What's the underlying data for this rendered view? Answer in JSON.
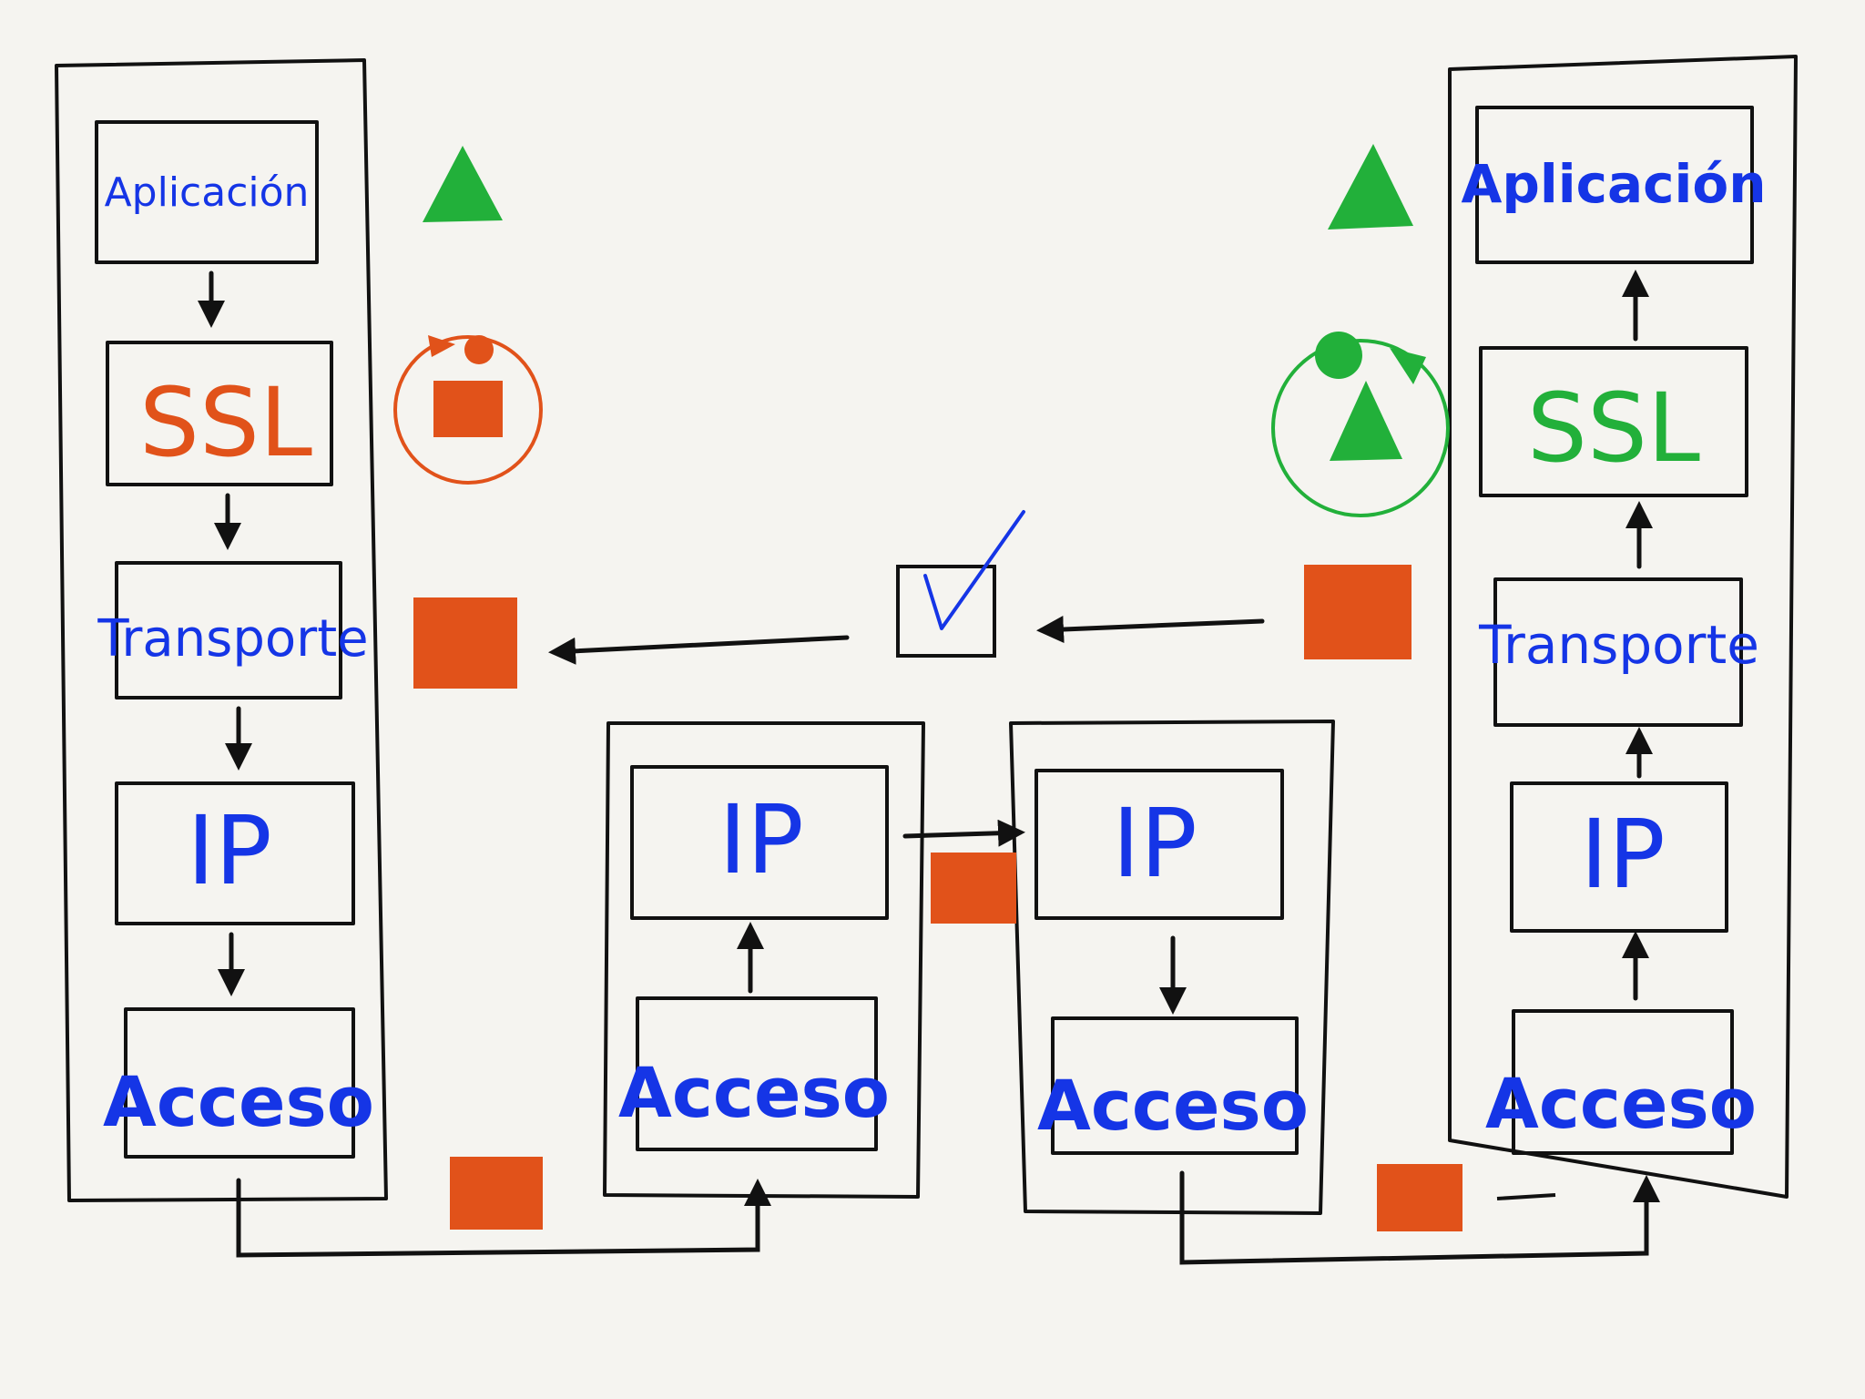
{
  "colors": {
    "ink": "#111111",
    "blue": "#1535e6",
    "orange": "#e1521a",
    "green": "#22b03a",
    "background": "#f5f4f0"
  },
  "sender": {
    "layers": [
      "Aplicación",
      "SSL",
      "Transporte",
      "IP",
      "Acceso"
    ]
  },
  "router1": {
    "layers": [
      "IP",
      "Acceso"
    ]
  },
  "router2": {
    "layers": [
      "IP",
      "Acceso"
    ]
  },
  "receiver": {
    "layers": [
      "Aplicación",
      "SSL",
      "Transporte",
      "IP",
      "Acceso"
    ]
  },
  "icons": {
    "encrypt": "triangle-to-square-cycle-icon",
    "decrypt": "square-to-triangle-cycle-icon",
    "verify": "checkbox-check-icon",
    "data": "triangle-icon",
    "packet": "square-icon"
  }
}
